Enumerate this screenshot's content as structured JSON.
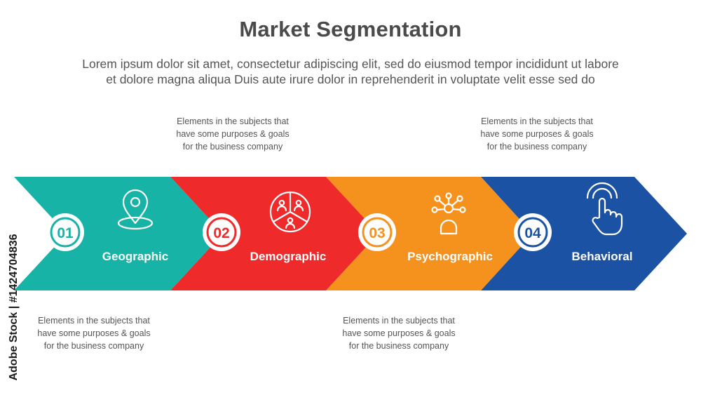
{
  "title": "Market Segmentation",
  "subtitle": {
    "line1": "Lorem ipsum dolor sit amet, consectetur adipiscing elit, sed do eiusmod tempor incididunt ut labore",
    "line2": "et dolore magna aliqua Duis aute irure dolor in reprehenderit in voluptate velit esse sed do"
  },
  "steps": [
    {
      "number": "01",
      "label": "Geographic",
      "color": "#16b3a6",
      "icon": "location-pin-icon"
    },
    {
      "number": "02",
      "label": "Demographic",
      "color": "#ef2a2a",
      "icon": "people-pie-icon"
    },
    {
      "number": "03",
      "label": "Psychographic",
      "color": "#f5921e",
      "icon": "mind-network-icon"
    },
    {
      "number": "04",
      "label": "Behavioral",
      "color": "#1b52a3",
      "icon": "tap-hand-icon"
    }
  ],
  "notes": {
    "top1": {
      "line1": "Elements in the subjects that",
      "line2": "have  some purposes & goals",
      "line3": "for the  business company"
    },
    "top2": {
      "line1": "Elements in the subjects that",
      "line2": "have  some purposes & goals",
      "line3": "for the  business company"
    },
    "bottom1": {
      "line1": "Elements in the subjects that",
      "line2": "have  some purposes & goals",
      "line3": "for the  business company"
    },
    "bottom2": {
      "line1": "Elements in the subjects that",
      "line2": "have  some purposes & goals",
      "line3": "for the  business company"
    }
  },
  "watermark": "Adobe Stock | #1424704836"
}
